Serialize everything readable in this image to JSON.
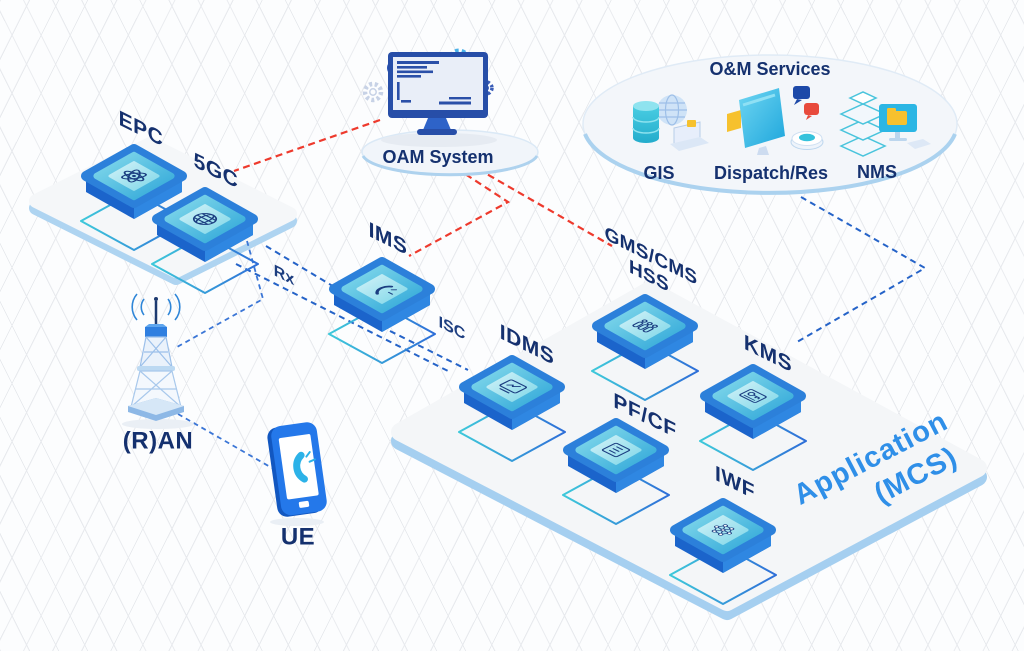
{
  "colors": {
    "background": "#fcfdfe",
    "grid_line": "#e8eaee",
    "label_navy": "#15316f",
    "application_blue": "#2f8fe8",
    "link_blue": "#2563c8",
    "link_blue_light": "#3b76d6",
    "link_red": "#ee3a2d",
    "box_blue": "#2c80da",
    "box_teal": "#3fb6dc",
    "platform_fill": "#f5f7f9",
    "platform_rim": "#aed4f1"
  },
  "nodes": {
    "epc": {
      "label": "EPC",
      "icon": "atom-icon"
    },
    "gc5": {
      "label": "5GC",
      "icon": "globe-icon"
    },
    "ims": {
      "label": "IMS",
      "icon": "phone-handset-icon"
    },
    "idms": {
      "label": "IDMS",
      "icon": "chart-document-icon"
    },
    "gms": {
      "label_line1": "GMS/CMS",
      "label_line2": "HSS",
      "icon": "user-list-icon"
    },
    "kms": {
      "label": "KMS",
      "icon": "key-document-icon"
    },
    "pfcf": {
      "label": "PF/CF",
      "icon": "policy-list-icon"
    },
    "iwf": {
      "label": "IWF",
      "icon": "mesh-network-icon"
    }
  },
  "links": {
    "rx": {
      "label": "Rx"
    },
    "isc": {
      "label": "ISC"
    }
  },
  "devices": {
    "ran": {
      "label": "(R)AN",
      "icon": "radio-tower-icon"
    },
    "ue": {
      "label": "UE",
      "icon": "smartphone-icon"
    }
  },
  "oam": {
    "label": "OAM System",
    "icon": "monitor-tools-icon"
  },
  "services": {
    "title": "O&M Services",
    "items": [
      {
        "label": "GIS",
        "icon": "gis-database-globe-icon"
      },
      {
        "label": "Dispatch/Res",
        "icon": "dispatch-console-icon"
      },
      {
        "label": "NMS",
        "icon": "server-monitor-icon"
      }
    ]
  },
  "application_platform": {
    "label_line1": "Application",
    "label_line2": "(MCS)"
  }
}
